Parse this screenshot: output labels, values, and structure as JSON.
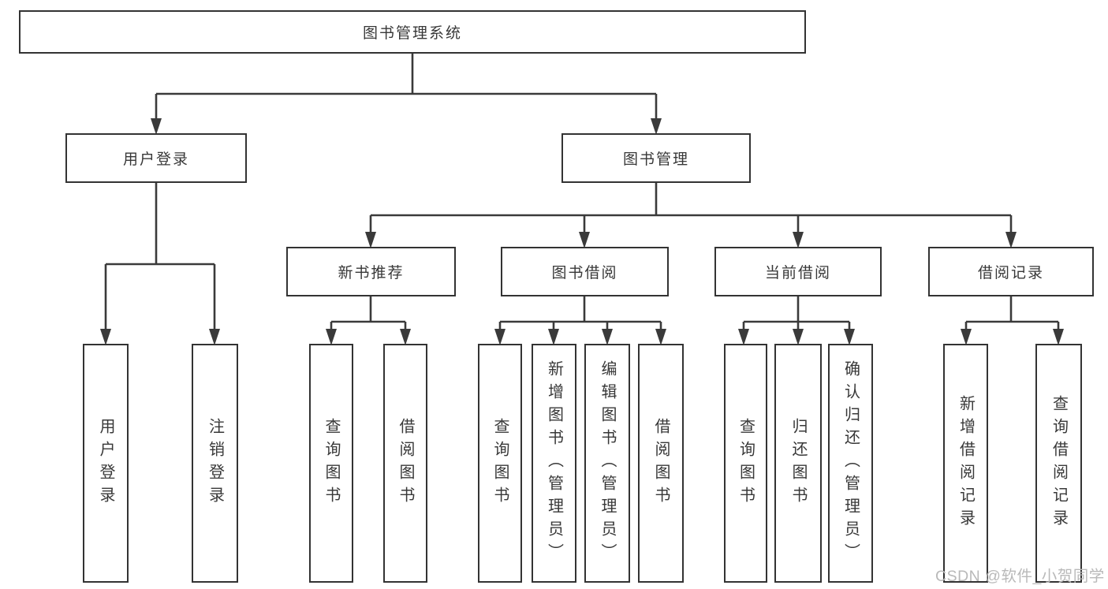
{
  "diagram": {
    "title": "图书管理系统",
    "watermark": "CSDN @软件_小贺同学",
    "colors": {
      "line": "#3a3a3a",
      "text": "#383838",
      "background": "#ffffff",
      "watermark": "#b9b9b9"
    },
    "branches": {
      "user": {
        "label": "用户登录",
        "children": [
          "用户登录",
          "注销登录"
        ]
      },
      "book": {
        "label": "图书管理",
        "children": [
          {
            "label": "新书推荐",
            "children": [
              "查询图书",
              "借阅图书"
            ]
          },
          {
            "label": "图书借阅",
            "children": [
              "查询图书",
              "新增图书（管理员）",
              "编辑图书（管理员）",
              "借阅图书"
            ]
          },
          {
            "label": "当前借阅",
            "children": [
              "查询图书",
              "归还图书",
              "确认归还（管理员）"
            ]
          },
          {
            "label": "借阅记录",
            "children": [
              "新增借阅记录",
              "查询借阅记录"
            ]
          }
        ]
      }
    }
  }
}
